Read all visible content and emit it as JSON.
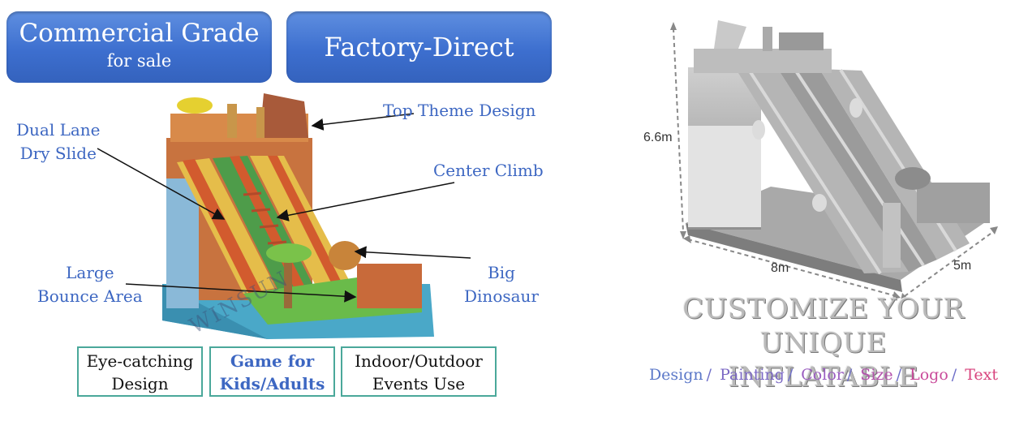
{
  "banners": {
    "left_title": "Commercial Grade",
    "left_sub": "for sale",
    "right_title": "Factory-Direct"
  },
  "callouts": {
    "top_theme": "Top Theme Design",
    "dual_lane_1": "Dual Lane",
    "dual_lane_2": "Dry Slide",
    "center_climb": "Center Climb",
    "large_1": "Large",
    "large_2": "Bounce Area",
    "big_1": "Big",
    "big_2": "Dinosaur"
  },
  "features": [
    {
      "line1": "Eye-catching",
      "line2": "Design"
    },
    {
      "line1": "Game for",
      "line2": "Kids/Adults"
    },
    {
      "line1": "Indoor/Outdoor",
      "line2": "Events Use"
    }
  ],
  "watermark": "WINSUN",
  "dimensions": {
    "height": "6.6m",
    "length": "8m",
    "width": "5m"
  },
  "headline": {
    "line1": "CUSTOMIZE YOUR UNIQUE",
    "line2": "INFLATABLE"
  },
  "options": [
    {
      "label": "Design",
      "color": "#5b78c8"
    },
    {
      "label": "Painting",
      "color": "#7b68c4"
    },
    {
      "label": "Color",
      "color": "#9a5cc0"
    },
    {
      "label": "Size",
      "color": "#b452ad"
    },
    {
      "label": "Logo",
      "color": "#c94a9a"
    },
    {
      "label": "Text",
      "color": "#d8447e"
    }
  ],
  "colors": {
    "banner_blue": "#3d6fcf",
    "callout_blue": "#3d67c2",
    "feature_border": "#4aa89a"
  }
}
